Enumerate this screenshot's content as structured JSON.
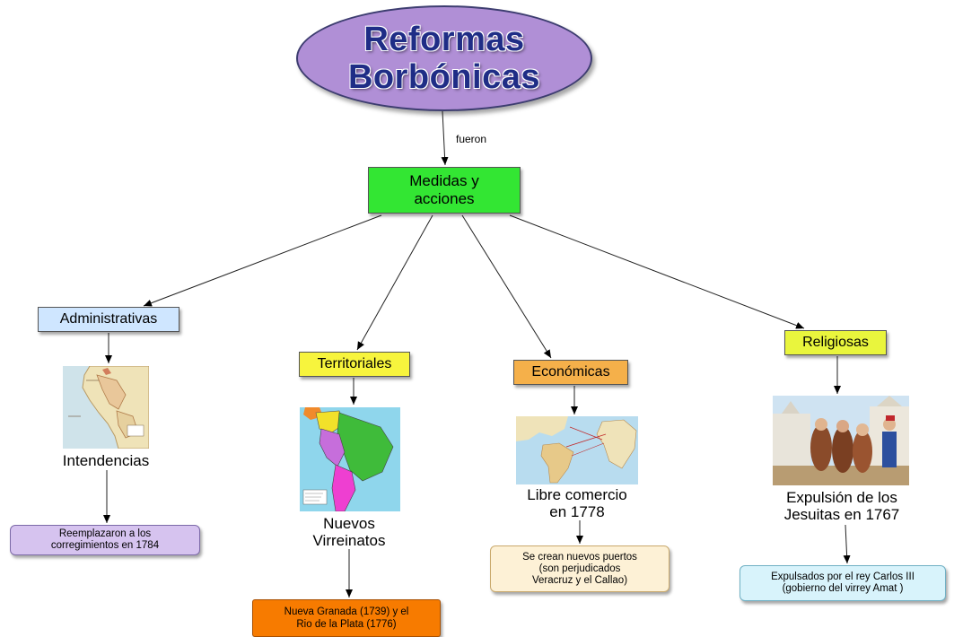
{
  "root": {
    "line1": "Reformas",
    "line2": "Borbónicas"
  },
  "link_label": "fueron",
  "hub": {
    "line1": "Medidas y",
    "line2": "acciones"
  },
  "branches": {
    "administrativas": {
      "label": "Administrativas",
      "caption": "Intendencias",
      "note": {
        "line1": "Reemplazaron a los",
        "line2": "corregimientos en 1784"
      }
    },
    "territoriales": {
      "label": "Territoriales",
      "caption": {
        "line1": "Nuevos",
        "line2": "Virreinatos"
      },
      "note": {
        "line1": "Nueva Granada (1739) y el",
        "line2": "Rio de la Plata (1776)"
      }
    },
    "economicas": {
      "label": "Económicas",
      "caption": {
        "line1": "Libre comercio",
        "line2": "en 1778"
      },
      "note": {
        "line1": "Se crean nuevos puertos",
        "line2": "(son perjudicados",
        "line3": "Veracruz y el Callao)"
      }
    },
    "religiosas": {
      "label": "Religiosas",
      "caption": {
        "line1": "Expulsión de los",
        "line2": "Jesuitas en 1767"
      },
      "note": {
        "line1": "Expulsados por el rey Carlos III",
        "line2": "(gobierno del virrey Amat )"
      }
    }
  },
  "colors": {
    "root_fill": "#b08fd6",
    "root_text": "#1f2d86",
    "hub_fill": "#33e633",
    "administrativas_fill": "#cfe6ff",
    "territoriales_fill": "#f7f43d",
    "economicas_fill": "#f5b04a",
    "religiosas_fill": "#e9f53d",
    "territoriales_note_fill": "#f77b00"
  }
}
